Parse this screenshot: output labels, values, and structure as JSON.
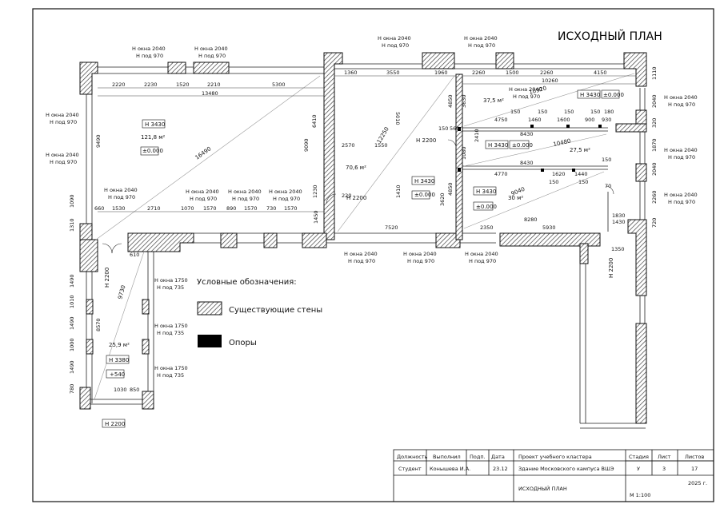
{
  "title": "ИСХОДНЫЙ ПЛАН",
  "colors": {
    "line": "#111111",
    "hatch": "#444444",
    "dim": "#555555",
    "bg": "#ffffff",
    "support": "#000000"
  },
  "icons": {
    "hatch": "wall-hatch",
    "support": "support-column"
  },
  "legend": {
    "heading": "Условные обозначения:",
    "walls": "Существующие стены",
    "supports": "Опоры"
  },
  "windows": {
    "h1": "Н окна 2040",
    "s1": "Н под 970",
    "h2": "Н окна 1750",
    "s2": "Н под 735"
  },
  "rooms": {
    "big": {
      "area": "121,8 м²",
      "height": "Н 3430",
      "level": "±0.000",
      "diag": "16490"
    },
    "mid": {
      "area": "70,6 м²",
      "height": "Н 3430",
      "door": "Н 2200",
      "door2": "Н 2200",
      "diag": "12250"
    },
    "top": {
      "area": "37,5 м²",
      "height": "Н 3430",
      "level": "±0.000",
      "diag": "10920"
    },
    "corr": {
      "area": "27,5 м²",
      "height": "Н 3430",
      "level": "±0.000",
      "diag": "10480"
    },
    "lower": {
      "area": "30 м²",
      "height": "Н 3430",
      "level": "±0.000",
      "diag": "9040"
    },
    "left": {
      "area": "25,9 м²",
      "height": "Н 3380",
      "level": "+540",
      "diag": "9730",
      "door": "Н 2200",
      "door_bottom": "Н 2200"
    },
    "right": {
      "door": "Н 2200"
    }
  },
  "dims": {
    "top1": [
      "2220",
      "2230",
      "1520",
      "2210",
      "5300"
    ],
    "top_total": "13480",
    "mid_top": [
      "1360",
      "3550",
      "1960"
    ],
    "right_top": [
      "2260",
      "1500",
      "2260",
      "4150"
    ],
    "right_total": "10260",
    "bottom1": [
      "660",
      "1530",
      "2710",
      "1070",
      "1570",
      "890",
      "1570",
      "730",
      "1570"
    ],
    "d_misc": {
      "a": "2570",
      "b": "1550",
      "c": "4750",
      "d": "150",
      "e": "1460",
      "f": "1600",
      "g": "900",
      "h": "930",
      "i": "8430",
      "j": "8430",
      "k": "4770",
      "l": "1620",
      "m": "1440",
      "n": "150",
      "o": "8280",
      "p": "2350",
      "q": "5930",
      "r": "7520",
      "s": "5010",
      "t": "6410",
      "u": "9090",
      "v": "1450",
      "w": "1230",
      "x": "220",
      "y": "1410",
      "z": "3620",
      "aa": "4850",
      "ab": "4850",
      "ac": "3630",
      "ad": "1080",
      "ae": "2410",
      "af": "1030",
      "ag": "850",
      "ah": "1490",
      "ai": "1010",
      "aj": "1490",
      "ak": "1000",
      "al": "1490",
      "am": "780",
      "an": "8570",
      "ao": "1310",
      "ap": "9490",
      "aq": "1430",
      "ar": "1350",
      "as": "1830",
      "at": "150",
      "au": "180",
      "av": "70",
      "aw": "2040",
      "ax": "1870",
      "ay": "2260",
      "az": "1110",
      "ba": "1090",
      "bb": "560",
      "bc": "320",
      "bd": "720",
      "be": "150",
      "bf": "610"
    }
  },
  "stamp": {
    "h_role": "Должность",
    "h_exec": "Выполнил",
    "h_sign": "Подп.",
    "h_date": "Дата",
    "role": "Студент",
    "exec": "Конышева И.А.",
    "date": "23.12",
    "project": "Проект учебного кластера",
    "building": "Здание Московского кампуса ВШЭ",
    "sheet": "ИСХОДНЫЙ ПЛАН",
    "h_stage": "Стадия",
    "h_sheet": "Лист",
    "h_sheets": "Листов",
    "stage": "У",
    "sheet_no": "3",
    "sheets": "17",
    "year": "2025 г.",
    "scale": "М 1:100"
  }
}
